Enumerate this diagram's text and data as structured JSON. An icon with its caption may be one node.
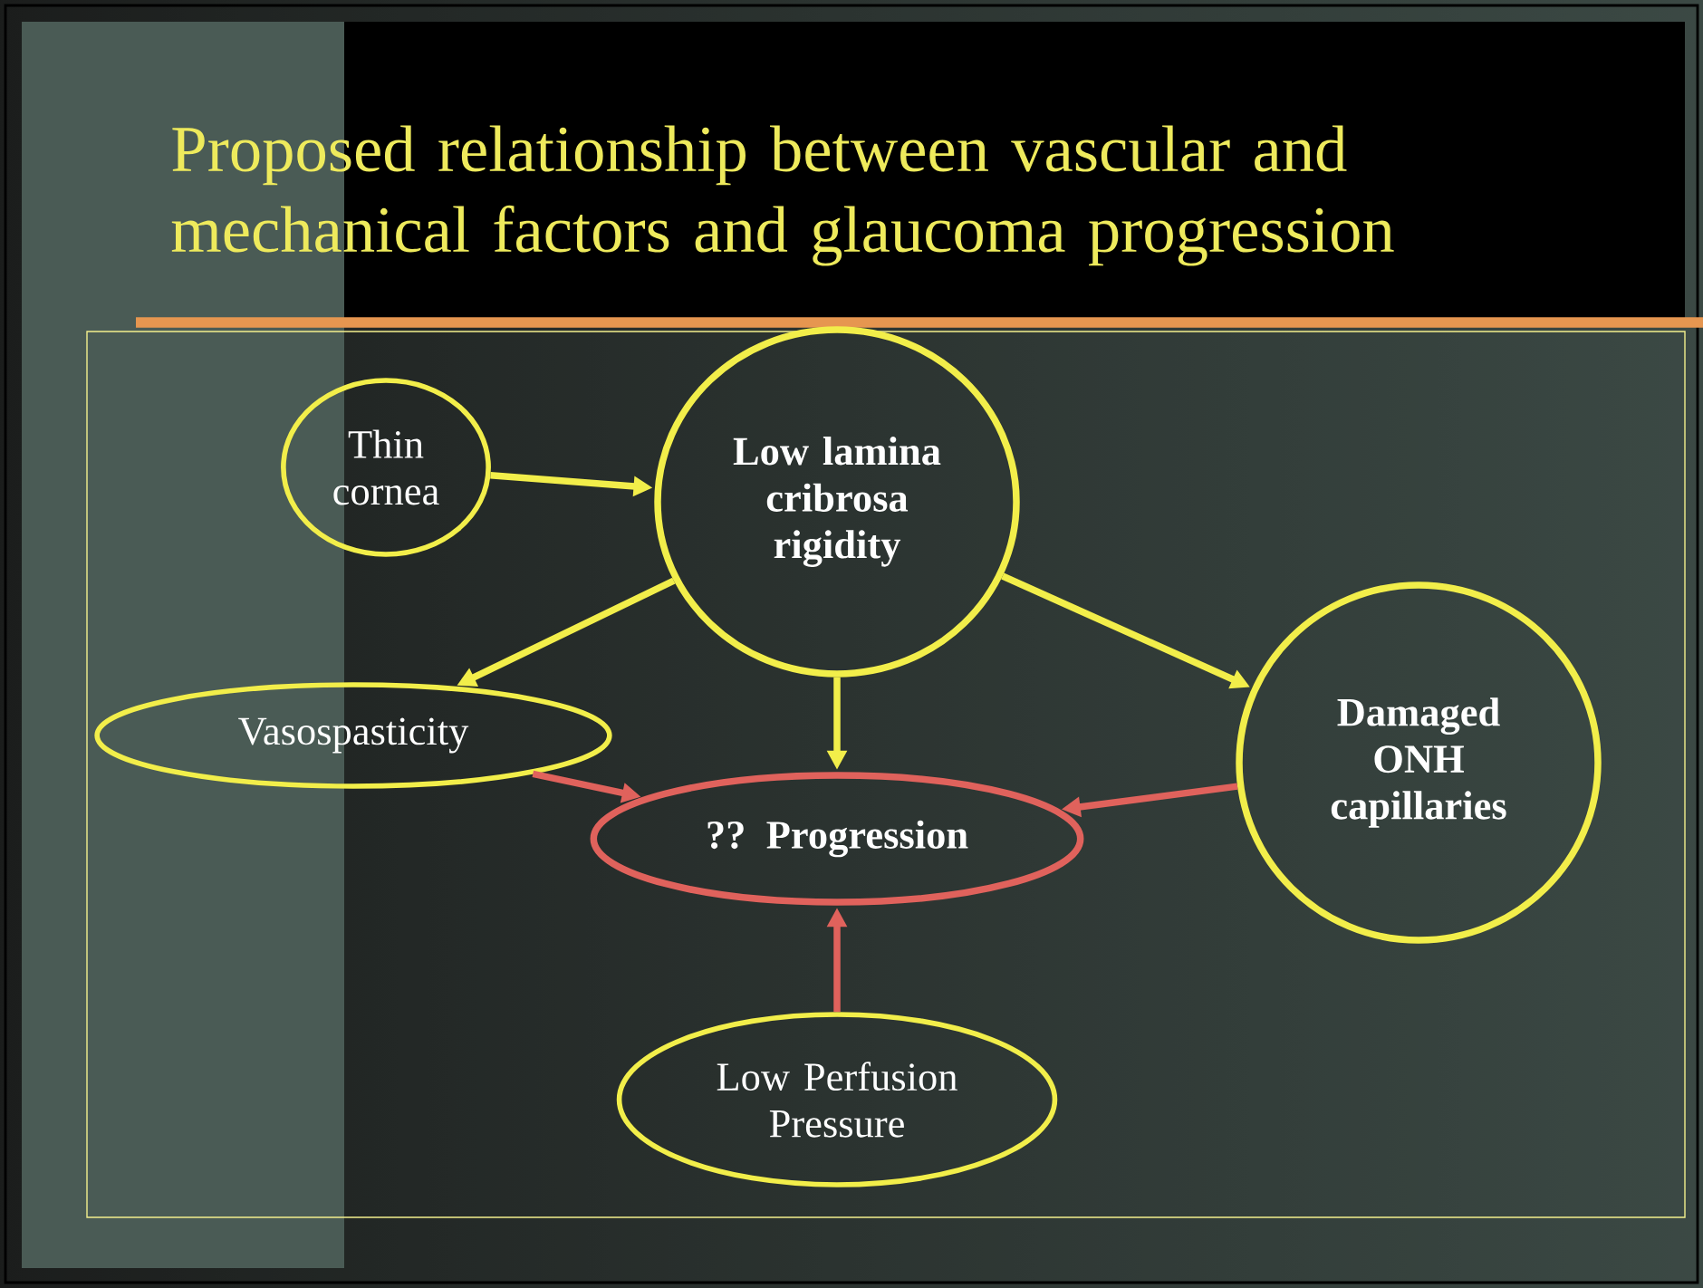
{
  "diagram": {
    "title": "Proposed relationship between vascular and mechanical factors and glaucoma progression",
    "nodes": [
      {
        "text": [
          "Thin cornea"
        ]
      },
      {
        "text": [
          "Low lamina cribrosa rigidity"
        ]
      },
      {
        "text": [
          "Vasospasticity"
        ]
      },
      {
        "text": [
          "?? Progression"
        ]
      },
      {
        "text": [
          "Damaged ONH capillaries"
        ]
      },
      {
        "text": [
          "Low Perfusion Pressure"
        ]
      }
    ],
    "edges": [
      {
        "from": 0,
        "to": 1,
        "arrow": "to"
      },
      {
        "from": 1,
        "to": 2,
        "arrow": "to"
      },
      {
        "from": 1,
        "to": 3,
        "arrow": "to"
      },
      {
        "from": 1,
        "to": 4,
        "arrow": "to"
      },
      {
        "from": 2,
        "to": 3,
        "arrow": "to",
        "color": "#e0625c"
      },
      {
        "from": 4,
        "to": 3,
        "arrow": "to",
        "color": "#e0625c"
      },
      {
        "from": 5,
        "to": 3,
        "arrow": "to",
        "color": "#e0625c"
      }
    ]
  }
}
